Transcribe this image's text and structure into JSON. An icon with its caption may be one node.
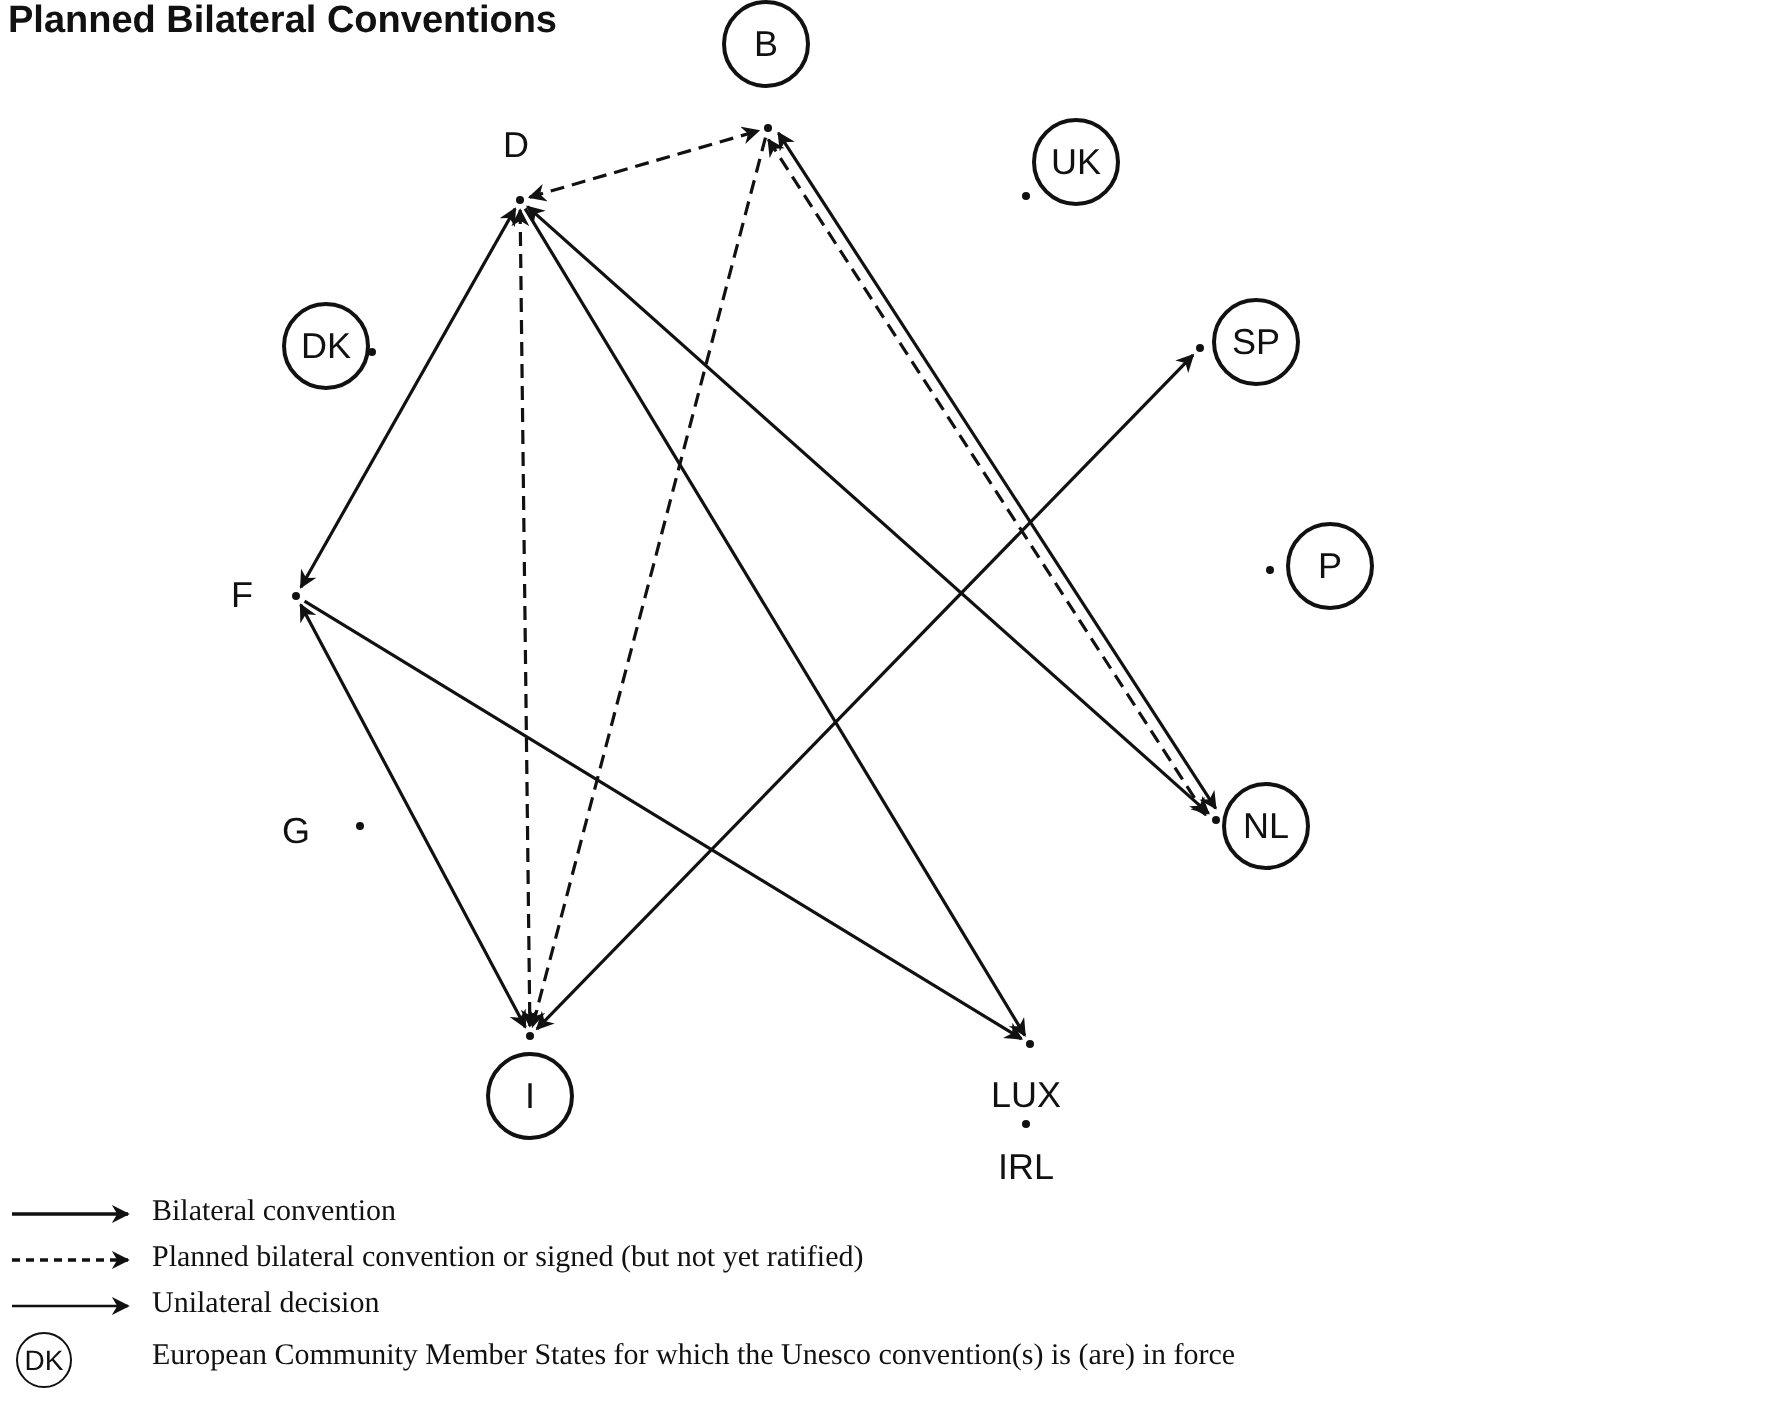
{
  "diagram": {
    "title": "Planned Bilateral Conventions",
    "nodes": [
      {
        "text": [
          "B"
        ]
      },
      {
        "text": [
          "D"
        ]
      },
      {
        "text": [
          "UK"
        ]
      },
      {
        "text": [
          "DK"
        ]
      },
      {
        "text": [
          "SP"
        ]
      },
      {
        "text": [
          "F"
        ]
      },
      {
        "text": [
          "P"
        ]
      },
      {
        "text": [
          "NL"
        ]
      },
      {
        "text": [
          "G"
        ]
      },
      {
        "text": [
          "I"
        ]
      },
      {
        "text": [
          "LUX"
        ]
      },
      {
        "text": [
          "IRL"
        ]
      }
    ],
    "edges": [
      {
        "from": 1,
        "to": 0,
        "arrow": "both",
        "style": "dashed"
      },
      {
        "from": 1,
        "to": 5,
        "arrow": "both"
      },
      {
        "from": 1,
        "to": 9,
        "arrow": "both",
        "style": "dashed"
      },
      {
        "from": 0,
        "to": 9,
        "arrow": "to",
        "style": "dashed"
      },
      {
        "from": 1,
        "to": 10,
        "arrow": "to"
      },
      {
        "from": 1,
        "to": 7,
        "arrow": "both"
      },
      {
        "from": 0,
        "to": 7,
        "arrow": "both"
      },
      {
        "from": 0,
        "to": 7,
        "arrow": "both",
        "style": "dashed"
      },
      {
        "from": 5,
        "to": 9,
        "arrow": "both"
      },
      {
        "from": 5,
        "to": 10,
        "arrow": "to"
      },
      {
        "from": 9,
        "to": 4,
        "arrow": "both"
      }
    ],
    "labels": [
      "DK"
    ],
    "legend": [
      {
        "text": "Bilateral convention"
      },
      {
        "text": "Planned bilateral convention or signed (but not yet ratified)"
      },
      {
        "text": "Unilateral decision"
      },
      {
        "text": "European Community Member States for which the Unesco convention(s) is (are) in force"
      }
    ]
  }
}
